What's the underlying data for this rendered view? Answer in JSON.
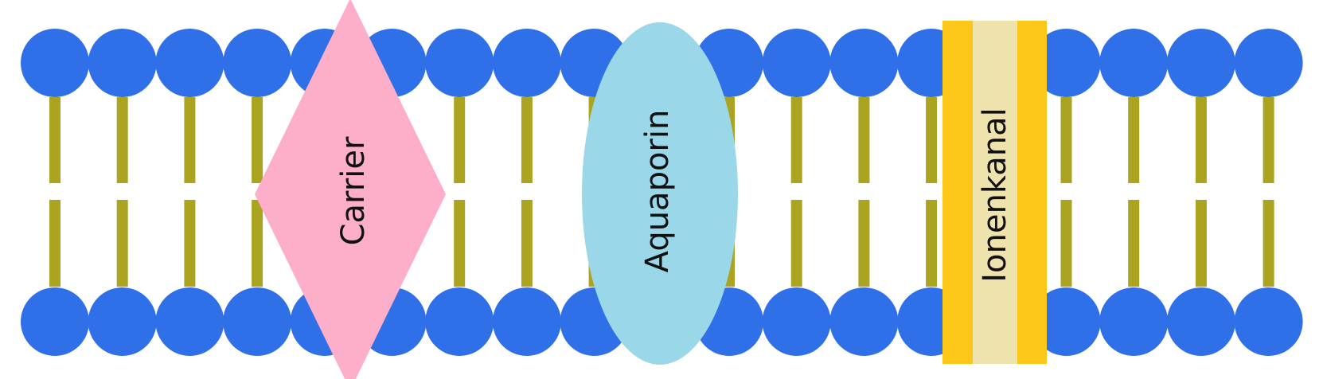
{
  "colors": {
    "phosphate_head": "#2f6fe8",
    "fatty_acid_tail": "#aaa420",
    "carrier": "#fdaec9",
    "aquaporin": "#9ad7e9",
    "ion_channel_wall": "#fdc719",
    "ion_channel_pore": "#efe3ad",
    "label_text": "#111111"
  },
  "membrane": {
    "phospholipids_per_leaflet": 19,
    "leaflets": 2
  },
  "proteins": {
    "carrier": {
      "label": "Carrier",
      "shape": "diamond"
    },
    "aquaporin": {
      "label": "Aquaporin",
      "shape": "ellipse"
    },
    "ion_channel": {
      "label": "Ionenkanal",
      "shape": "channel"
    }
  }
}
